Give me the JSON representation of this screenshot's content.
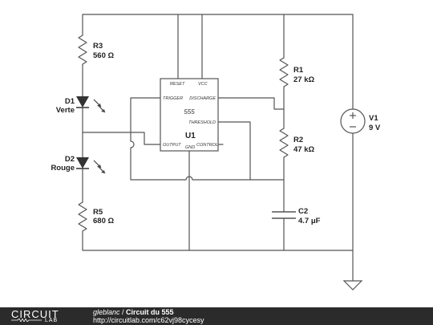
{
  "schematic": {
    "chip": {
      "ref": "U1",
      "type": "555",
      "pins": {
        "reset": "RESET",
        "vcc": "VCC",
        "trigger": "TRIGGER",
        "discharge": "DISCHARGE",
        "threshold": "THRESHOLD",
        "output": "OUTPUT",
        "gnd": "GND",
        "control": "CONTROL"
      }
    },
    "r3": {
      "ref": "R3",
      "value": "560 Ω"
    },
    "d1": {
      "ref": "D1",
      "value": "Verte"
    },
    "d2": {
      "ref": "D2",
      "value": "Rouge"
    },
    "r5": {
      "ref": "R5",
      "value": "680 Ω"
    },
    "r1": {
      "ref": "R1",
      "value": "27 kΩ"
    },
    "r2": {
      "ref": "R2",
      "value": "47 kΩ"
    },
    "c2": {
      "ref": "C2",
      "value": "4.7 μF"
    },
    "v1": {
      "ref": "V1",
      "value": "9 V"
    }
  },
  "footer": {
    "logo_top": "CIRCUIT",
    "logo_bottom": "LAB",
    "user": "gleblanc",
    "separator": " / ",
    "title": "Circuit du 555",
    "url": "http://circuitlab.com/c62vj98cycesy"
  },
  "colors": {
    "wire": "#555555",
    "footer_bg": "#2b2b2b"
  }
}
